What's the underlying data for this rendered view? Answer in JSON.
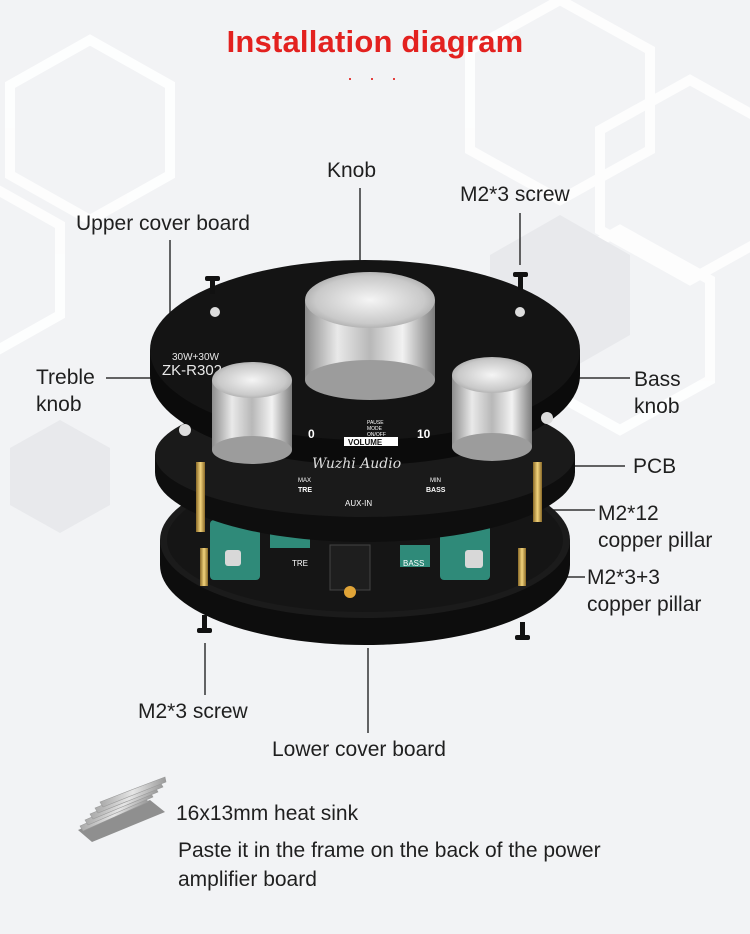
{
  "header": {
    "title": "Installation diagram",
    "dots": ". . ."
  },
  "labels": {
    "knob": "Knob",
    "m2_screw_top": "M2*3 screw",
    "upper_cover": "Upper cover board",
    "treble_line1": "Treble",
    "treble_line2": "knob",
    "bass_line1": "Bass",
    "bass_line2": "knob",
    "pcb": "PCB",
    "pillar12_line1": "M2*12",
    "pillar12_line2": "copper pillar",
    "pillar33_line1": "M2*3+3",
    "pillar33_line2": "copper pillar",
    "m2_screw_bottom": "M2*3 screw",
    "lower_cover": "Lower cover board"
  },
  "board_text": {
    "power": "30W+30W",
    "model": "ZK-R302",
    "min_mark": "0",
    "max_mark": "10",
    "volume": "VOLUME",
    "mode_1": "PAUSE",
    "mode_2": "MODE",
    "mode_3": "ON/OFF",
    "brand": "Wuzhi Audio",
    "tre_max": "MAX",
    "tre": "TRE",
    "aux": "AUX-IN",
    "bass_min": "MIN",
    "bass": "BASS",
    "pcb_tre": "TRE",
    "pcb_bass": "BASS"
  },
  "heatsink": {
    "title": "16x13mm heat sink",
    "line1": "Paste it in the frame on the back of the power",
    "line2": "amplifier board"
  },
  "colors": {
    "accent": "#e3211f",
    "text": "#1f1f1f",
    "board": "#141414",
    "pcb_green": "#2f8a79"
  }
}
